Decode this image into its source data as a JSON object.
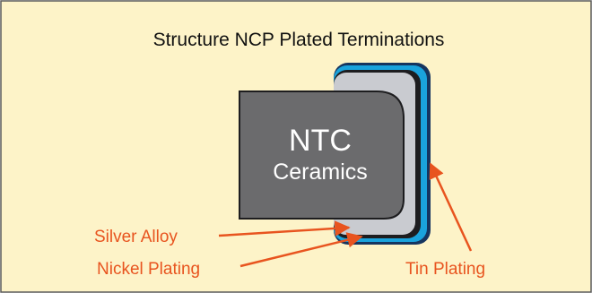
{
  "title": "Structure NCP Plated Terminations",
  "core": {
    "line1": "NTC",
    "line2": "Ceramics"
  },
  "labels": {
    "silver": "Silver Alloy",
    "nickel": "Nickel Plating",
    "tin": "Tin Plating"
  },
  "colors": {
    "background": "#fdf3c8",
    "border": "#5a5a5a",
    "ceramic": "#6b6b6d",
    "silver_layer": "#c9cbd0",
    "nickel_layer": "#1d1d1f",
    "tin_layer": "#1aa3dc",
    "outer_layer": "#16355f",
    "callout": "#e8541f"
  },
  "icons": {
    "callout_arrow": "arrowhead"
  }
}
